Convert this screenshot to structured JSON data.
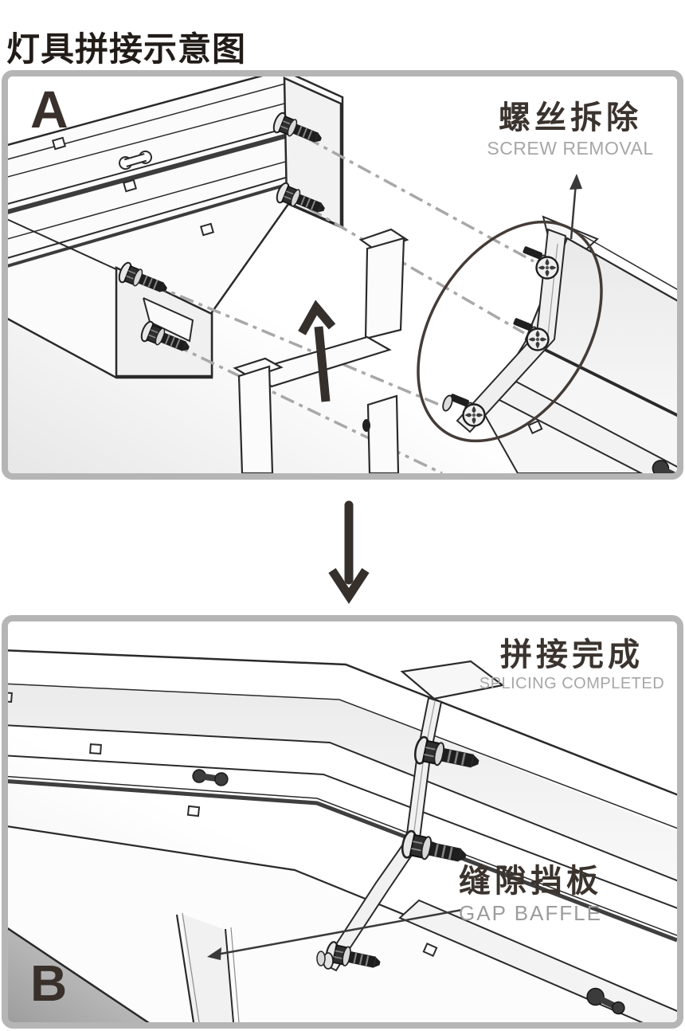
{
  "page": {
    "title": "灯具拼接示意图"
  },
  "panels": {
    "a": {
      "letter": "A",
      "callout": {
        "zh": "螺丝拆除",
        "en": "SCREW REMOVAL"
      }
    },
    "b": {
      "letter": "B",
      "callout_completed": {
        "zh": "拼接完成",
        "en": "SPLICING COMPLETED"
      },
      "callout_baffle": {
        "zh": "缝隙挡板",
        "en": "GAP BAFFLE"
      }
    }
  },
  "icons": {
    "step_arrow": "down-arrow",
    "lift_arrow": "up-arrow",
    "callout_arrow_a": "thin-up-arrow",
    "callout_arrow_b": "thin-left-arrow",
    "highlight": "ellipse-circle"
  },
  "colors": {
    "panel_border": "#b5b5b5",
    "ink": "#2a2a2a",
    "label_zh": "#3b332e",
    "label_en": "#a7a7a7",
    "guide_dashdot": "#a8a8a8",
    "arrow_dark": "#35302c"
  }
}
